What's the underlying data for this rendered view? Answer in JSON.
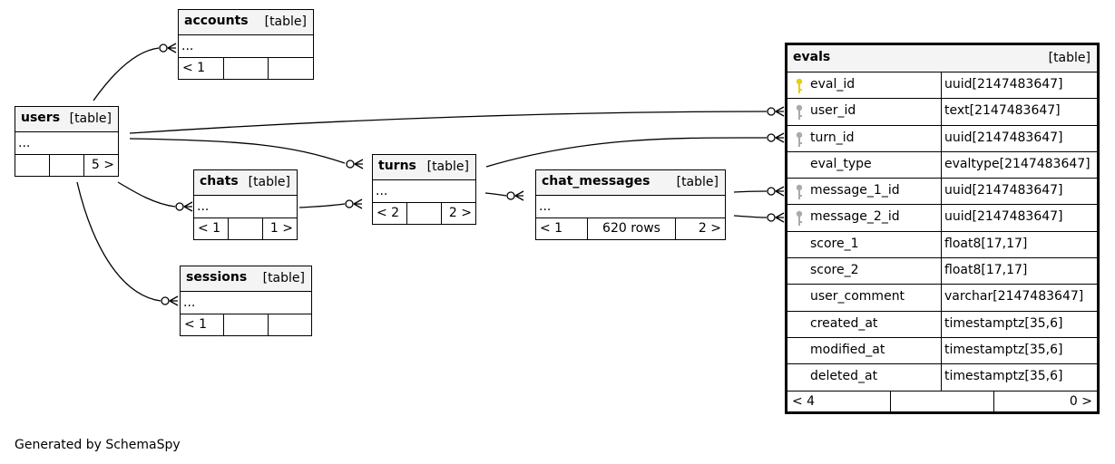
{
  "tables": {
    "accounts": {
      "name": "accounts",
      "type": "[table]",
      "ellipsis": "...",
      "footer": [
        "< 1",
        "",
        ""
      ]
    },
    "users": {
      "name": "users",
      "type": "[table]",
      "ellipsis": "...",
      "footer": [
        "",
        "",
        "5 >"
      ]
    },
    "chats": {
      "name": "chats",
      "type": "[table]",
      "ellipsis": "...",
      "footer": [
        "< 1",
        "",
        "1 >"
      ]
    },
    "sessions": {
      "name": "sessions",
      "type": "[table]",
      "ellipsis": "...",
      "footer": [
        "< 1",
        "",
        ""
      ]
    },
    "turns": {
      "name": "turns",
      "type": "[table]",
      "ellipsis": "...",
      "footer": [
        "< 2",
        "",
        "2 >"
      ]
    },
    "chat_messages": {
      "name": "chat_messages",
      "type": "[table]",
      "ellipsis": "...",
      "footer": [
        "< 1",
        "620 rows",
        "2 >"
      ]
    }
  },
  "evals": {
    "name": "evals",
    "type": "[table]",
    "columns": [
      {
        "name": "eval_id",
        "type": "uuid[2147483647]",
        "key": "primary"
      },
      {
        "name": "user_id",
        "type": "text[2147483647]",
        "key": "foreign"
      },
      {
        "name": "turn_id",
        "type": "uuid[2147483647]",
        "key": "foreign"
      },
      {
        "name": "eval_type",
        "type": "evaltype[2147483647]",
        "key": "none"
      },
      {
        "name": "message_1_id",
        "type": "uuid[2147483647]",
        "key": "foreign"
      },
      {
        "name": "message_2_id",
        "type": "uuid[2147483647]",
        "key": "foreign"
      },
      {
        "name": "score_1",
        "type": "float8[17,17]",
        "key": "none"
      },
      {
        "name": "score_2",
        "type": "float8[17,17]",
        "key": "none"
      },
      {
        "name": "user_comment",
        "type": "varchar[2147483647]",
        "key": "none"
      },
      {
        "name": "created_at",
        "type": "timestamptz[35,6]",
        "key": "none"
      },
      {
        "name": "modified_at",
        "type": "timestamptz[35,6]",
        "key": "none"
      },
      {
        "name": "deleted_at",
        "type": "timestamptz[35,6]",
        "key": "none"
      }
    ],
    "footer": [
      "< 4",
      "",
      "0 >"
    ]
  },
  "colors": {
    "primary_key": "#e8d000",
    "foreign_key": "#aaaaaa",
    "header_bg": "#f4f4f4"
  },
  "footer_note": "Generated by SchemaSpy"
}
